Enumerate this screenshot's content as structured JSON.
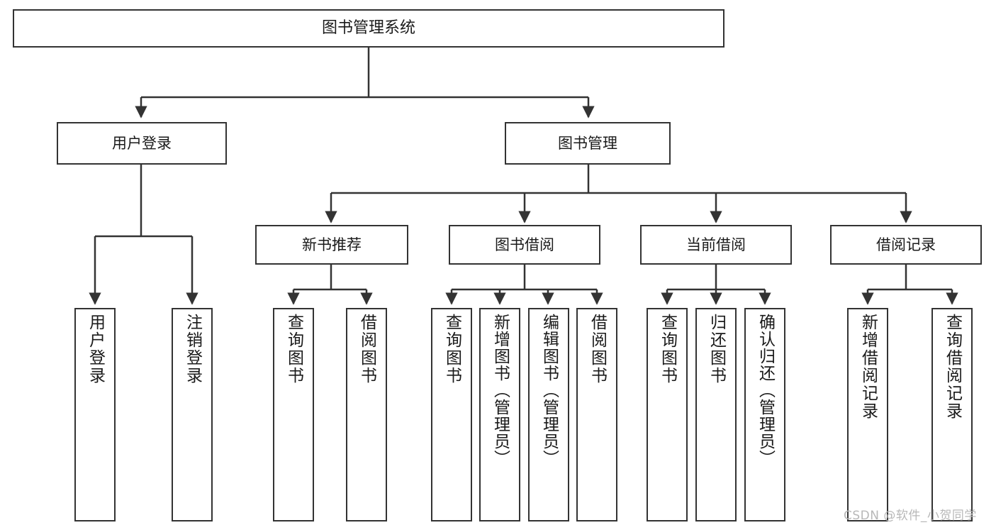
{
  "diagram": {
    "title": "图书管理系统",
    "type": "tree-hierarchy",
    "watermark": "CSDN @软件_小贺同学",
    "colors": {
      "background": "#ffffff",
      "border": "#333333",
      "text": "#1a1a1a",
      "watermark": "#b8b8b8"
    },
    "root": {
      "label": "图书管理系统"
    },
    "level1": [
      {
        "label": "用户登录"
      },
      {
        "label": "图书管理"
      }
    ],
    "level2": [
      {
        "label": "新书推荐"
      },
      {
        "label": "图书借阅"
      },
      {
        "label": "当前借阅"
      },
      {
        "label": "借阅记录"
      }
    ],
    "leaves": {
      "user_login": [
        {
          "label": "用户登录"
        },
        {
          "label": "注销登录"
        }
      ],
      "new_book_recommend": [
        {
          "label": "查询图书"
        },
        {
          "label": "借阅图书"
        }
      ],
      "book_borrow": [
        {
          "label": "查询图书"
        },
        {
          "label": "新增图书（管理员）"
        },
        {
          "label": "编辑图书（管理员）"
        },
        {
          "label": "借阅图书"
        }
      ],
      "current_borrow": [
        {
          "label": "查询图书"
        },
        {
          "label": "归还图书"
        },
        {
          "label": "确认归还（管理员）"
        }
      ],
      "borrow_records": [
        {
          "label": "新增借阅记录"
        },
        {
          "label": "查询借阅记录"
        }
      ]
    }
  }
}
